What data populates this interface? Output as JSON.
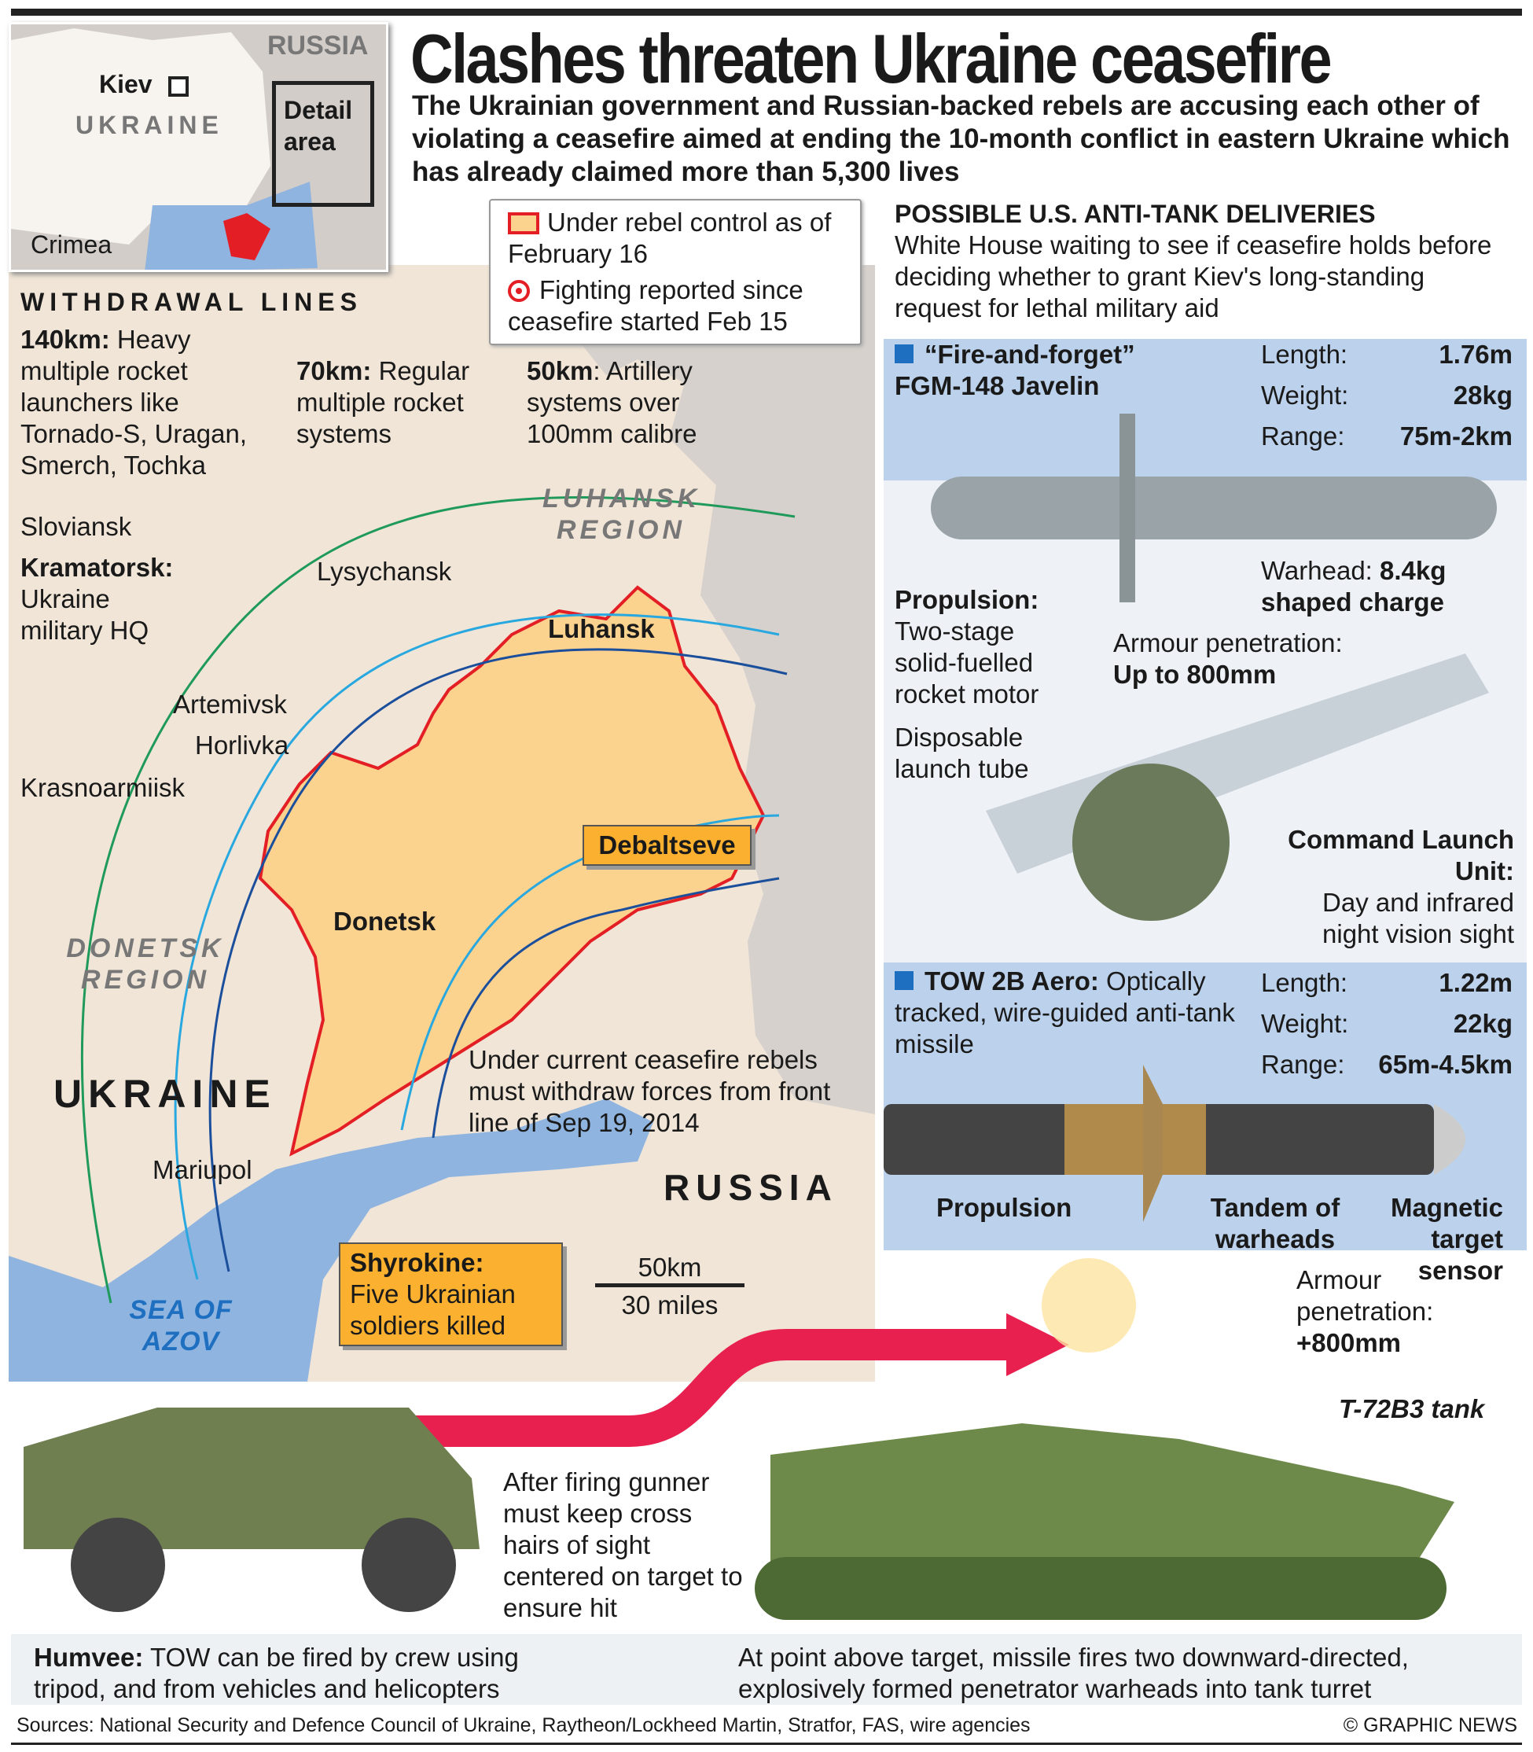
{
  "header": {
    "title": "Clashes threaten Ukraine ceasefire",
    "intro": "The Ukrainian government and Russian-backed rebels are accusing each other of violating a ceasefire aimed at ending the 10-month conflict in eastern Ukraine which has already claimed more than 5,300 lives"
  },
  "inset": {
    "russia": "RUSSIA",
    "kiev": "Kiev",
    "ukraine": "UKRAINE",
    "detail": "Detail area",
    "crimea": "Crimea"
  },
  "legend": {
    "rebel": "Under rebel control as of February 16",
    "fighting": "Fighting reported since ceasefire started Feb 15"
  },
  "map": {
    "heading": "WITHDRAWAL LINES",
    "line140_km": "140km:",
    "line140_text": "Heavy multiple rocket launchers like Tornado-S, Uragan, Smerch, Tochka",
    "line70_km": "70km:",
    "line70_text": "Regular multiple rocket systems",
    "line50_km": "50km",
    "line50_text": ": Artillery systems over 100mm calibre",
    "luhansk_region": "LUHANSK REGION",
    "donetsk_region": "DONETSK REGION",
    "cities": {
      "sloviansk": "Sloviansk",
      "kramatorsk": "Kramatorsk:",
      "kramatorsk_note": "Ukraine military HQ",
      "lysychansk": "Lysychansk",
      "luhansk": "Luhansk",
      "artemivsk": "Artemivsk",
      "horlivka": "Horlivka",
      "krasnoarmiisk": "Krasnoarmiisk",
      "debaltseve": "Debaltseve",
      "donetsk": "Donetsk",
      "mariupol": "Mariupol"
    },
    "ukraine": "UKRAINE",
    "russia": "RUSSIA",
    "sea": "SEA OF AZOV",
    "ceasefire_note": "Under current ceasefire rebels must withdraw forces from front line of Sep 19, 2014",
    "shyrokine_title": "Shyrokine:",
    "shyrokine_text": "Five Ukrainian soldiers killed",
    "scale_km": "50km",
    "scale_mi": "30 miles"
  },
  "deliveries": {
    "heading": "POSSIBLE U.S. ANTI-TANK DELIVERIES",
    "text": "White House waiting to see if ceasefire holds before deciding whether to grant Kiev's long-standing request for lethal military aid"
  },
  "javelin": {
    "title": "“Fire-and-forget” FGM-148 Javelin",
    "specs": [
      {
        "label": "Length:",
        "value": "1.76m"
      },
      {
        "label": "Weight:",
        "value": "28kg"
      },
      {
        "label": "Range:",
        "value": "75m-2km"
      }
    ],
    "propulsion_title": "Propulsion:",
    "propulsion_text": "Two-stage solid-fuelled rocket motor",
    "warhead_label": "Warhead:",
    "warhead_value": "8.4kg shaped charge",
    "armour_label": "Armour penetration:",
    "armour_value": "Up to 800mm",
    "tube": "Disposable launch tube",
    "clu_title": "Command Launch Unit:",
    "clu_text": "Day and infrared night vision sight"
  },
  "tow": {
    "title": "TOW 2B Aero:",
    "title_text": "Optically tracked, wire-guided anti-tank missile",
    "specs": [
      {
        "label": "Length:",
        "value": "1.22m"
      },
      {
        "label": "Weight:",
        "value": "22kg"
      },
      {
        "label": "Range:",
        "value": "65m-4.5km"
      }
    ],
    "propulsion": "Propulsion",
    "tandem": "Tandem of warheads",
    "sensor": "Magnetic target sensor",
    "armour_label": "Armour penetration:",
    "armour_value": "+800mm"
  },
  "scene": {
    "tank": "T-72B3 tank",
    "gunner_note": "After firing gunner must keep cross hairs of sight centered on target to ensure hit",
    "humvee_title": "Humvee:",
    "humvee_text": "TOW can be fired by crew using tripod, and from vehicles and helicopters",
    "attack_note": "At point above target, missile fires two downward-directed, explosively formed penetrator warheads into tank turret"
  },
  "footer": {
    "sources": "Sources: National Security and Defence Council of Ukraine, Raytheon/Lockheed Martin, Stratfor, FAS, wire agencies",
    "credit": "© GRAPHIC NEWS"
  },
  "colors": {
    "rebel_fill": "#fcd28f",
    "rebel_border": "#e31e24",
    "line140": "#1f9a5a",
    "line70": "#29a8e0",
    "line50": "#1b4f9c",
    "sea": "#8fb4e0",
    "callout": "#fbb12f",
    "panel": "#bcd2ec"
  }
}
